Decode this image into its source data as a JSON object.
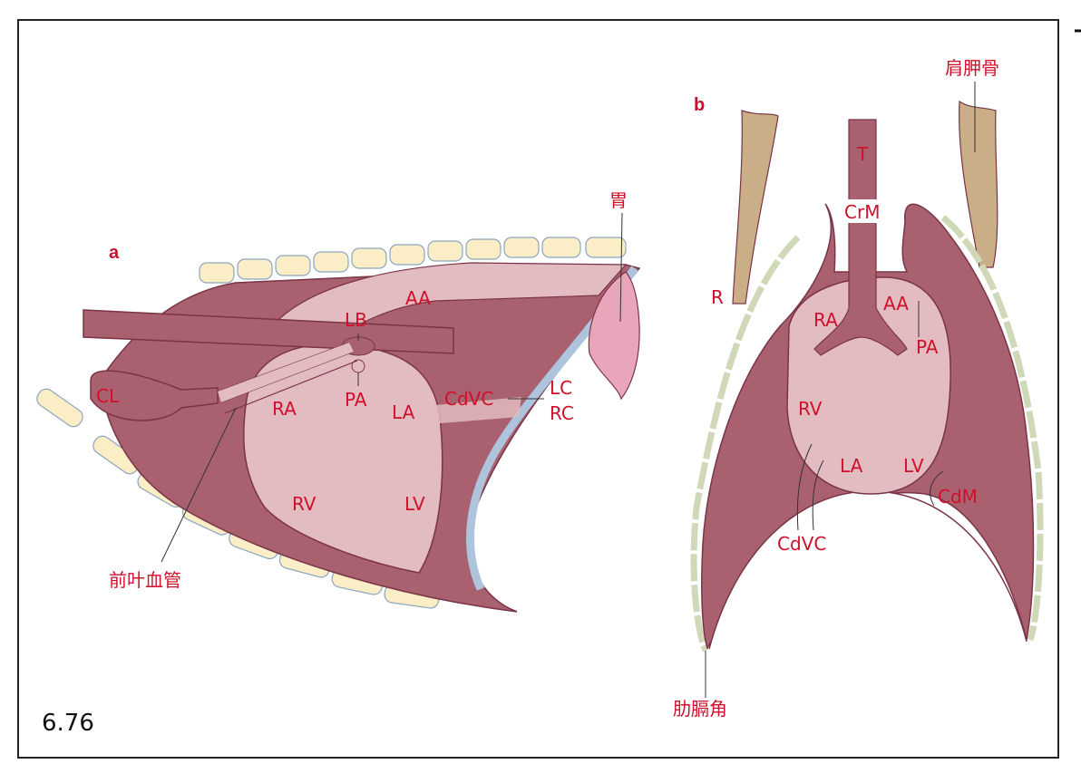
{
  "figure_number": "6.76",
  "colors": {
    "tissue_dark": "#a9606f",
    "tissue_light": "#e2bcc0",
    "vertebra": "#fbeec6",
    "scapula": "#c9ae87",
    "stomach": "#e9a6bb",
    "blue": "#aec3dc",
    "label": "#d0102a"
  },
  "panel_a": {
    "letter": "a",
    "labels": {
      "AA": "AA",
      "LB": "LB",
      "PA": "PA",
      "RA": "RA",
      "LA": "LA",
      "CL": "CL",
      "CdVC": "CdVC",
      "LC": "LC",
      "RC": "RC",
      "RV": "RV",
      "LV": "LV",
      "stomach": "胃",
      "lobe_vessels": "前叶血管"
    }
  },
  "panel_b": {
    "letter": "b",
    "labels": {
      "scapula": "肩胛骨",
      "T": "T",
      "CrM": "CrM",
      "R": "R",
      "RA": "RA",
      "AA": "AA",
      "PA": "PA",
      "RV": "RV",
      "LA": "LA",
      "LV": "LV",
      "CdM": "CdM",
      "CdVC": "CdVC",
      "costophrenic_angle": "肋膈角"
    }
  }
}
